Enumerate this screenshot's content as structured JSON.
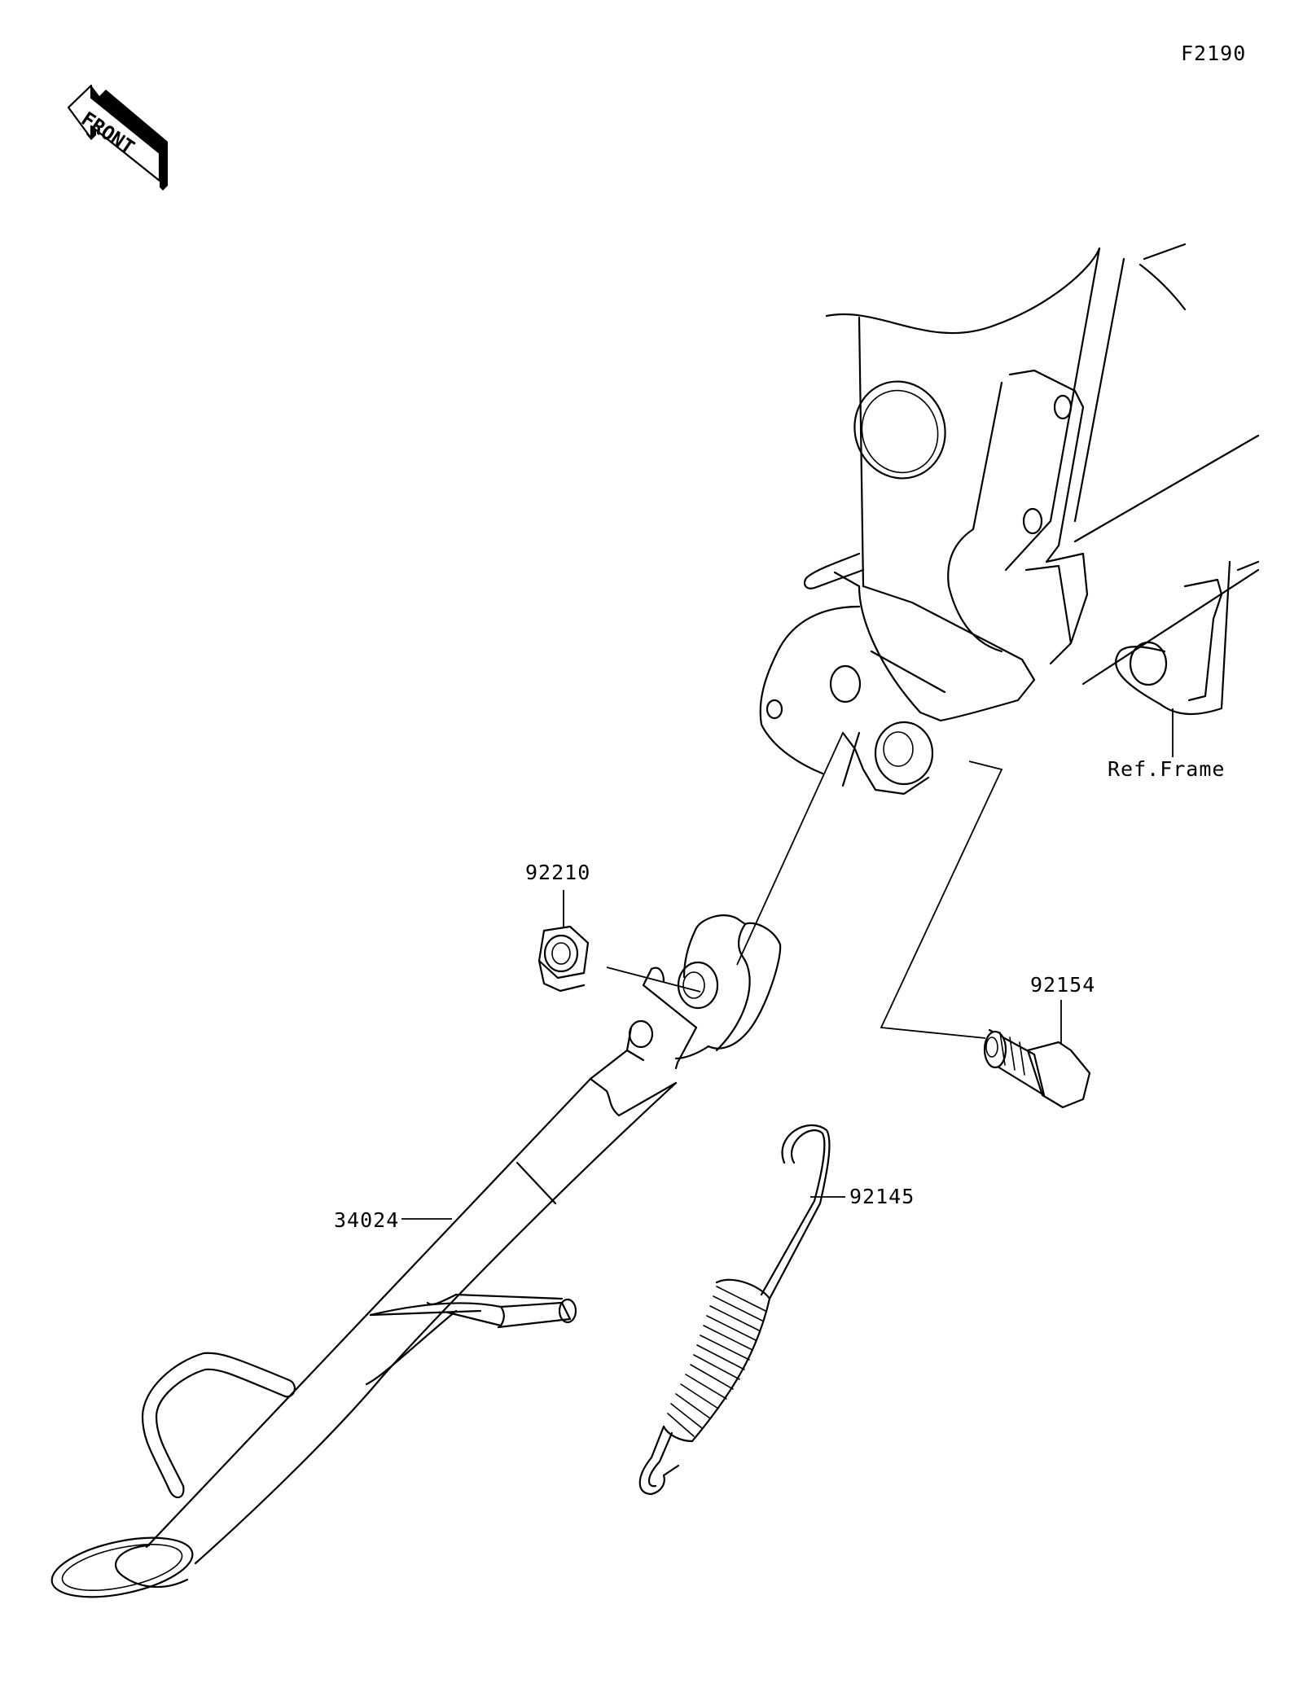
{
  "figure_code": "F2190",
  "front_arrow_text": "FRONT",
  "labels": {
    "nut": "92210",
    "bolt": "92154",
    "spring": "92145",
    "side_stand": "34024",
    "frame_ref": "Ref.Frame"
  },
  "icons": [
    "front-direction-arrow-icon"
  ],
  "colors": {
    "line": "#000000",
    "background": "#ffffff"
  }
}
